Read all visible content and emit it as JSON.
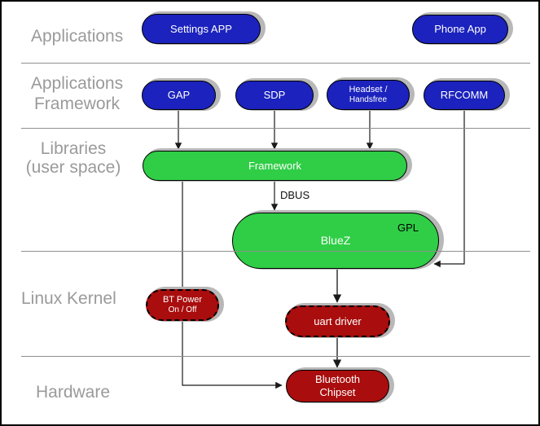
{
  "layers": {
    "applications": {
      "line1": "Applications"
    },
    "app_framework": {
      "line1": "Applications",
      "line2": "Framework"
    },
    "libraries": {
      "line1": "Libraries",
      "line2": "(user space)"
    },
    "kernel": {
      "line1": "Linux Kernel"
    },
    "hardware": {
      "line1": "Hardware"
    }
  },
  "nodes": {
    "settings_app": {
      "label": "Settings APP"
    },
    "phone_app": {
      "label": "Phone App"
    },
    "gap": {
      "label": "GAP"
    },
    "sdp": {
      "label": "SDP"
    },
    "headset": {
      "line1": "Headset /",
      "line2": "Handsfree"
    },
    "rfcomm": {
      "label": "RFCOMM"
    },
    "framework": {
      "label": "Framework"
    },
    "bluez": {
      "label": "BlueZ",
      "badge": "GPL"
    },
    "bt_power": {
      "line1": "BT Power",
      "line2": "On / Off"
    },
    "uart_driver": {
      "label": "uart driver"
    },
    "bluetooth_chipset": {
      "line1": "Bluetooth",
      "line2": "Chipset"
    }
  },
  "edges": {
    "dbus_label": "DBUS"
  },
  "colors": {
    "app_blue": "#1b22bd",
    "framework_green": "#2fce46",
    "kernel_red": "#a90d0d",
    "shadow_gray": "#b8b8b8",
    "layer_label_gray": "#9a9a9a",
    "divider_gray": "#8f8f8f",
    "connector_black": "#1a1a1a"
  }
}
